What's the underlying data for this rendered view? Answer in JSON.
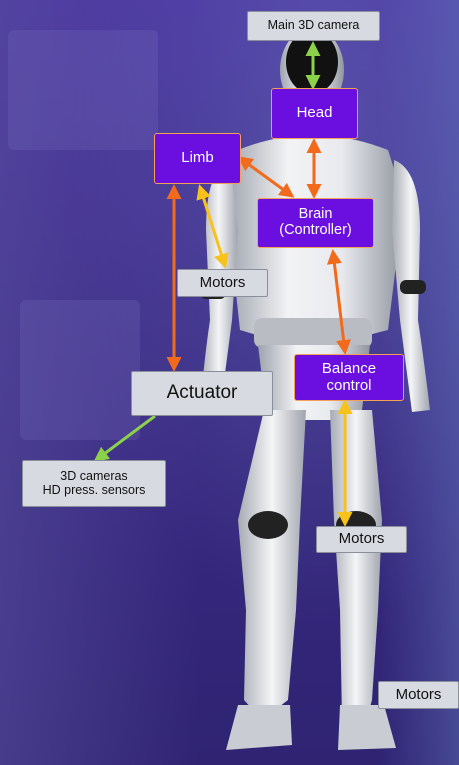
{
  "nodes": {
    "main_camera": "Main 3D camera",
    "head": "Head",
    "limb": "Limb",
    "brain_line1": "Brain",
    "brain_line2": "(Controller)",
    "motors_upper": "Motors",
    "actuator": "Actuator",
    "balance_line1": "Balance",
    "balance_line2": "control",
    "sensors_line1": "3D cameras",
    "sensors_line2": "HD press. sensors",
    "motors_knee": "Motors",
    "motors_foot": "Motors"
  },
  "colors": {
    "background": "#3b2b86",
    "purple_box": "#6a0fe0",
    "purple_border": "#f5a052",
    "grey_box": "#d7dae0",
    "arrow_orange": "#f26a1b",
    "arrow_yellow": "#f7c21a",
    "arrow_green": "#8bd14a"
  },
  "edges": [
    {
      "from": "main_camera",
      "to": "head",
      "color": "arrow_green",
      "bidirectional": true
    },
    {
      "from": "head",
      "to": "brain",
      "color": "arrow_orange",
      "bidirectional": true
    },
    {
      "from": "limb",
      "to": "brain",
      "color": "arrow_orange",
      "bidirectional": true
    },
    {
      "from": "limb",
      "to": "motors_upper",
      "color": "arrow_yellow",
      "bidirectional": true
    },
    {
      "from": "limb",
      "to": "actuator",
      "color": "arrow_orange",
      "bidirectional": true
    },
    {
      "from": "brain",
      "to": "balance",
      "color": "arrow_orange",
      "bidirectional": true
    },
    {
      "from": "balance",
      "to": "motors_knee",
      "color": "arrow_yellow",
      "bidirectional": true
    },
    {
      "from": "actuator",
      "to": "sensors",
      "color": "arrow_green",
      "bidirectional": false
    }
  ]
}
